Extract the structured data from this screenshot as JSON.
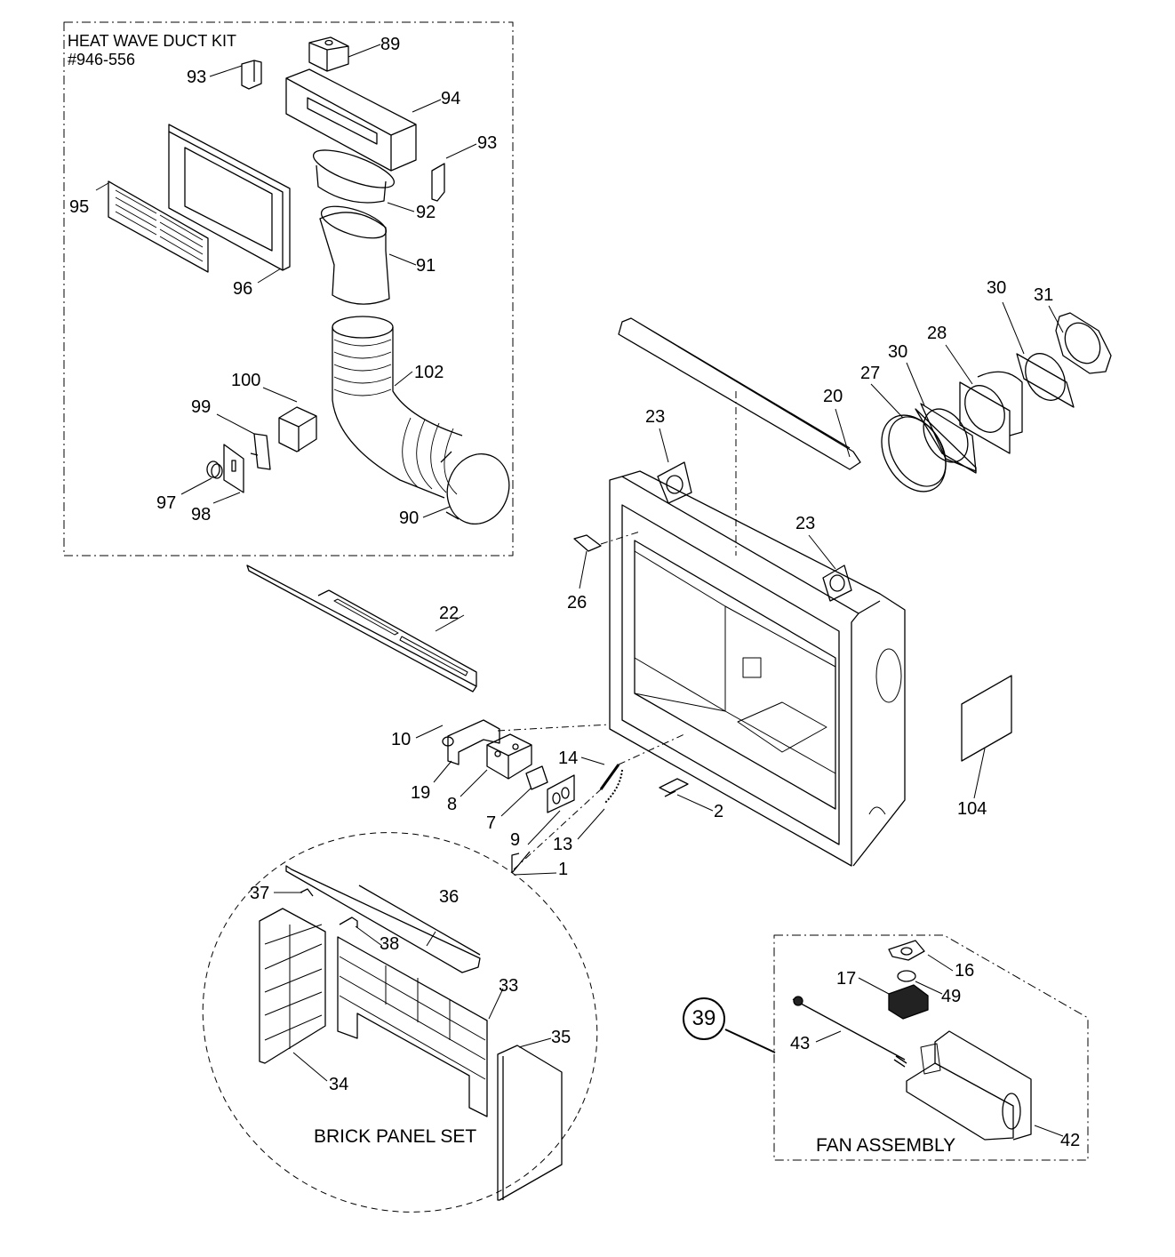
{
  "diagram": {
    "type": "exploded-parts-diagram",
    "subject": "Fireplace firebox assembly",
    "groups": {
      "duct_kit": {
        "title_line1": "HEAT WAVE DUCT KIT",
        "title_line2": "#946-556"
      },
      "brick_panel": {
        "title": "BRICK PANEL SET"
      },
      "fan_assembly": {
        "title": "FAN  ASSEMBLY",
        "reference": "39"
      }
    },
    "callouts": {
      "c89": "89",
      "c93a": "93",
      "c94": "94",
      "c93b": "93",
      "c95": "95",
      "c92": "92",
      "c96": "96",
      "c91": "91",
      "c102": "102",
      "c100": "100",
      "c99": "99",
      "c97": "97",
      "c98": "98",
      "c90": "90",
      "c30a": "30",
      "c31": "31",
      "c28": "28",
      "c30b": "30",
      "c27": "27",
      "c20": "20",
      "c23a": "23",
      "c23b": "23",
      "c26": "26",
      "c22": "22",
      "c104": "104",
      "c10": "10",
      "c19": "19",
      "c8": "8",
      "c7": "7",
      "c9": "9",
      "c14": "14",
      "c13": "13",
      "c1": "1",
      "c2": "2",
      "c37": "37",
      "c36": "36",
      "c38": "38",
      "c33": "33",
      "c34": "34",
      "c35": "35",
      "c16": "16",
      "c17": "17",
      "c49": "49",
      "c43": "43",
      "c42": "42"
    }
  }
}
